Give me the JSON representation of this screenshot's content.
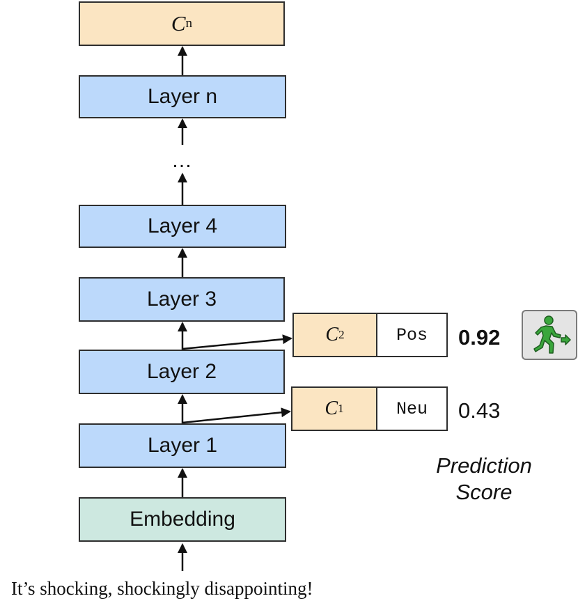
{
  "diagram": {
    "top_classifier": {
      "symbol": "C",
      "sub": "n"
    },
    "layers": [
      "Layer n",
      "Layer 4",
      "Layer 3",
      "Layer 2",
      "Layer 1"
    ],
    "ellipsis": "…",
    "embedding": "Embedding",
    "exits": [
      {
        "symbol": "C",
        "sub": "2",
        "label": "Pos",
        "score": "0.92",
        "highlight": true
      },
      {
        "symbol": "C",
        "sub": "1",
        "label": "Neu",
        "score": "0.43",
        "highlight": false
      }
    ],
    "legend_line1": "Prediction",
    "legend_line2": "Score",
    "input_sentence": "It’s shocking, shockingly disappointing!"
  },
  "colors": {
    "layer": "#bcd9fb",
    "classifier": "#fbe5c2",
    "embedding": "#cde8e0",
    "exit_icon_figure": "#3aa63c"
  },
  "icons": {
    "exit_button": "running-exit-icon"
  }
}
